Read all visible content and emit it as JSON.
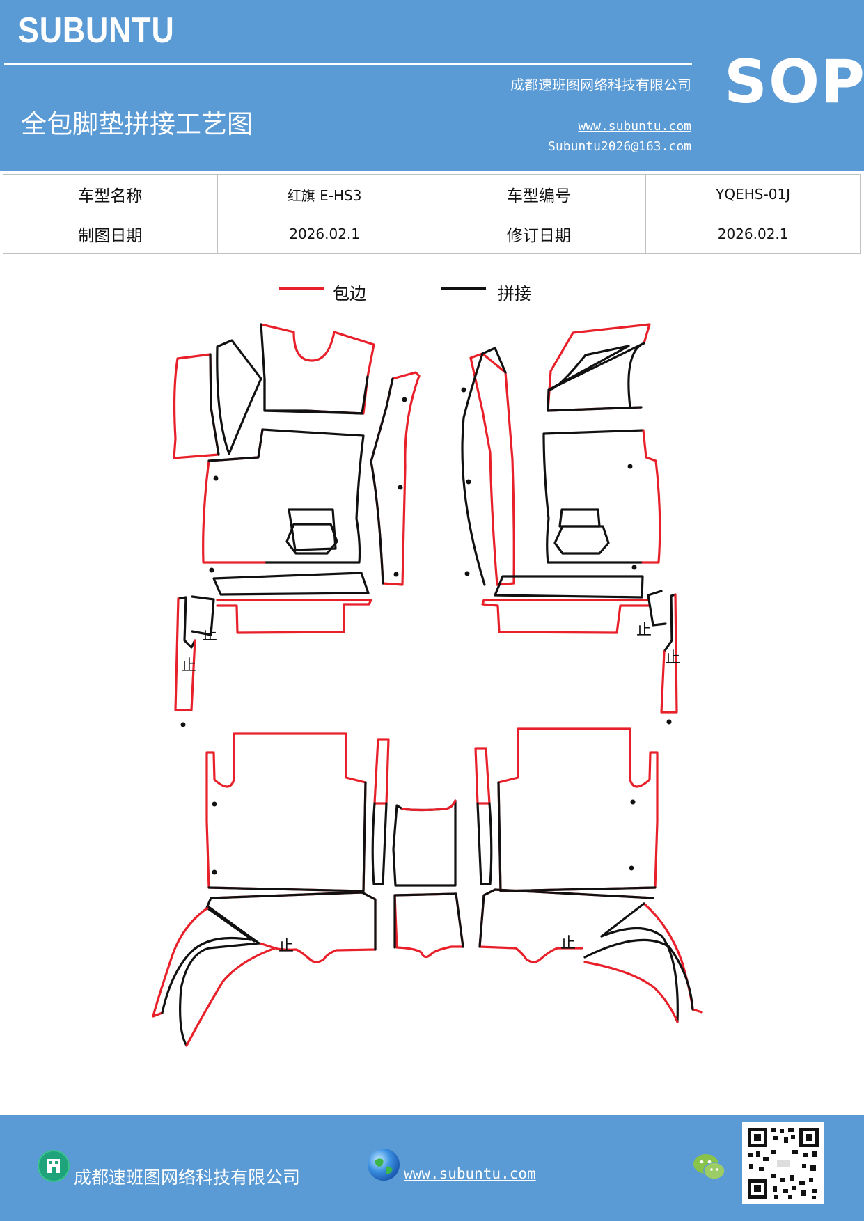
{
  "header": {
    "brand": "SUBUNTU",
    "badge": "SOP",
    "company": "成都速班图网络科技有限公司",
    "title": "全包脚垫拼接工艺图",
    "website": "www.subuntu.com",
    "email": "Subuntu2026@163.com"
  },
  "info_table": {
    "rows": [
      {
        "label1": "车型名称",
        "value1": "红旗 E-HS3",
        "label2": "车型编号",
        "value2": "YQEHS-01J"
      },
      {
        "label1": "制图日期",
        "value1": "2026.02.1",
        "label2": "修订日期",
        "value2": "2026.02.1"
      }
    ]
  },
  "legend": {
    "items": [
      {
        "label": "包边",
        "color": "#e8202a"
      },
      {
        "label": "拼接",
        "color": "#111111"
      }
    ]
  },
  "diagram": {
    "stop_marks": [
      "止",
      "止",
      "止",
      "止",
      "止",
      "止"
    ]
  },
  "footer": {
    "company": "成都速班图网络科技有限公司",
    "website": "www.subuntu.com",
    "icons": [
      "building-icon",
      "globe-icon",
      "wechat-icon",
      "qr-code"
    ]
  }
}
